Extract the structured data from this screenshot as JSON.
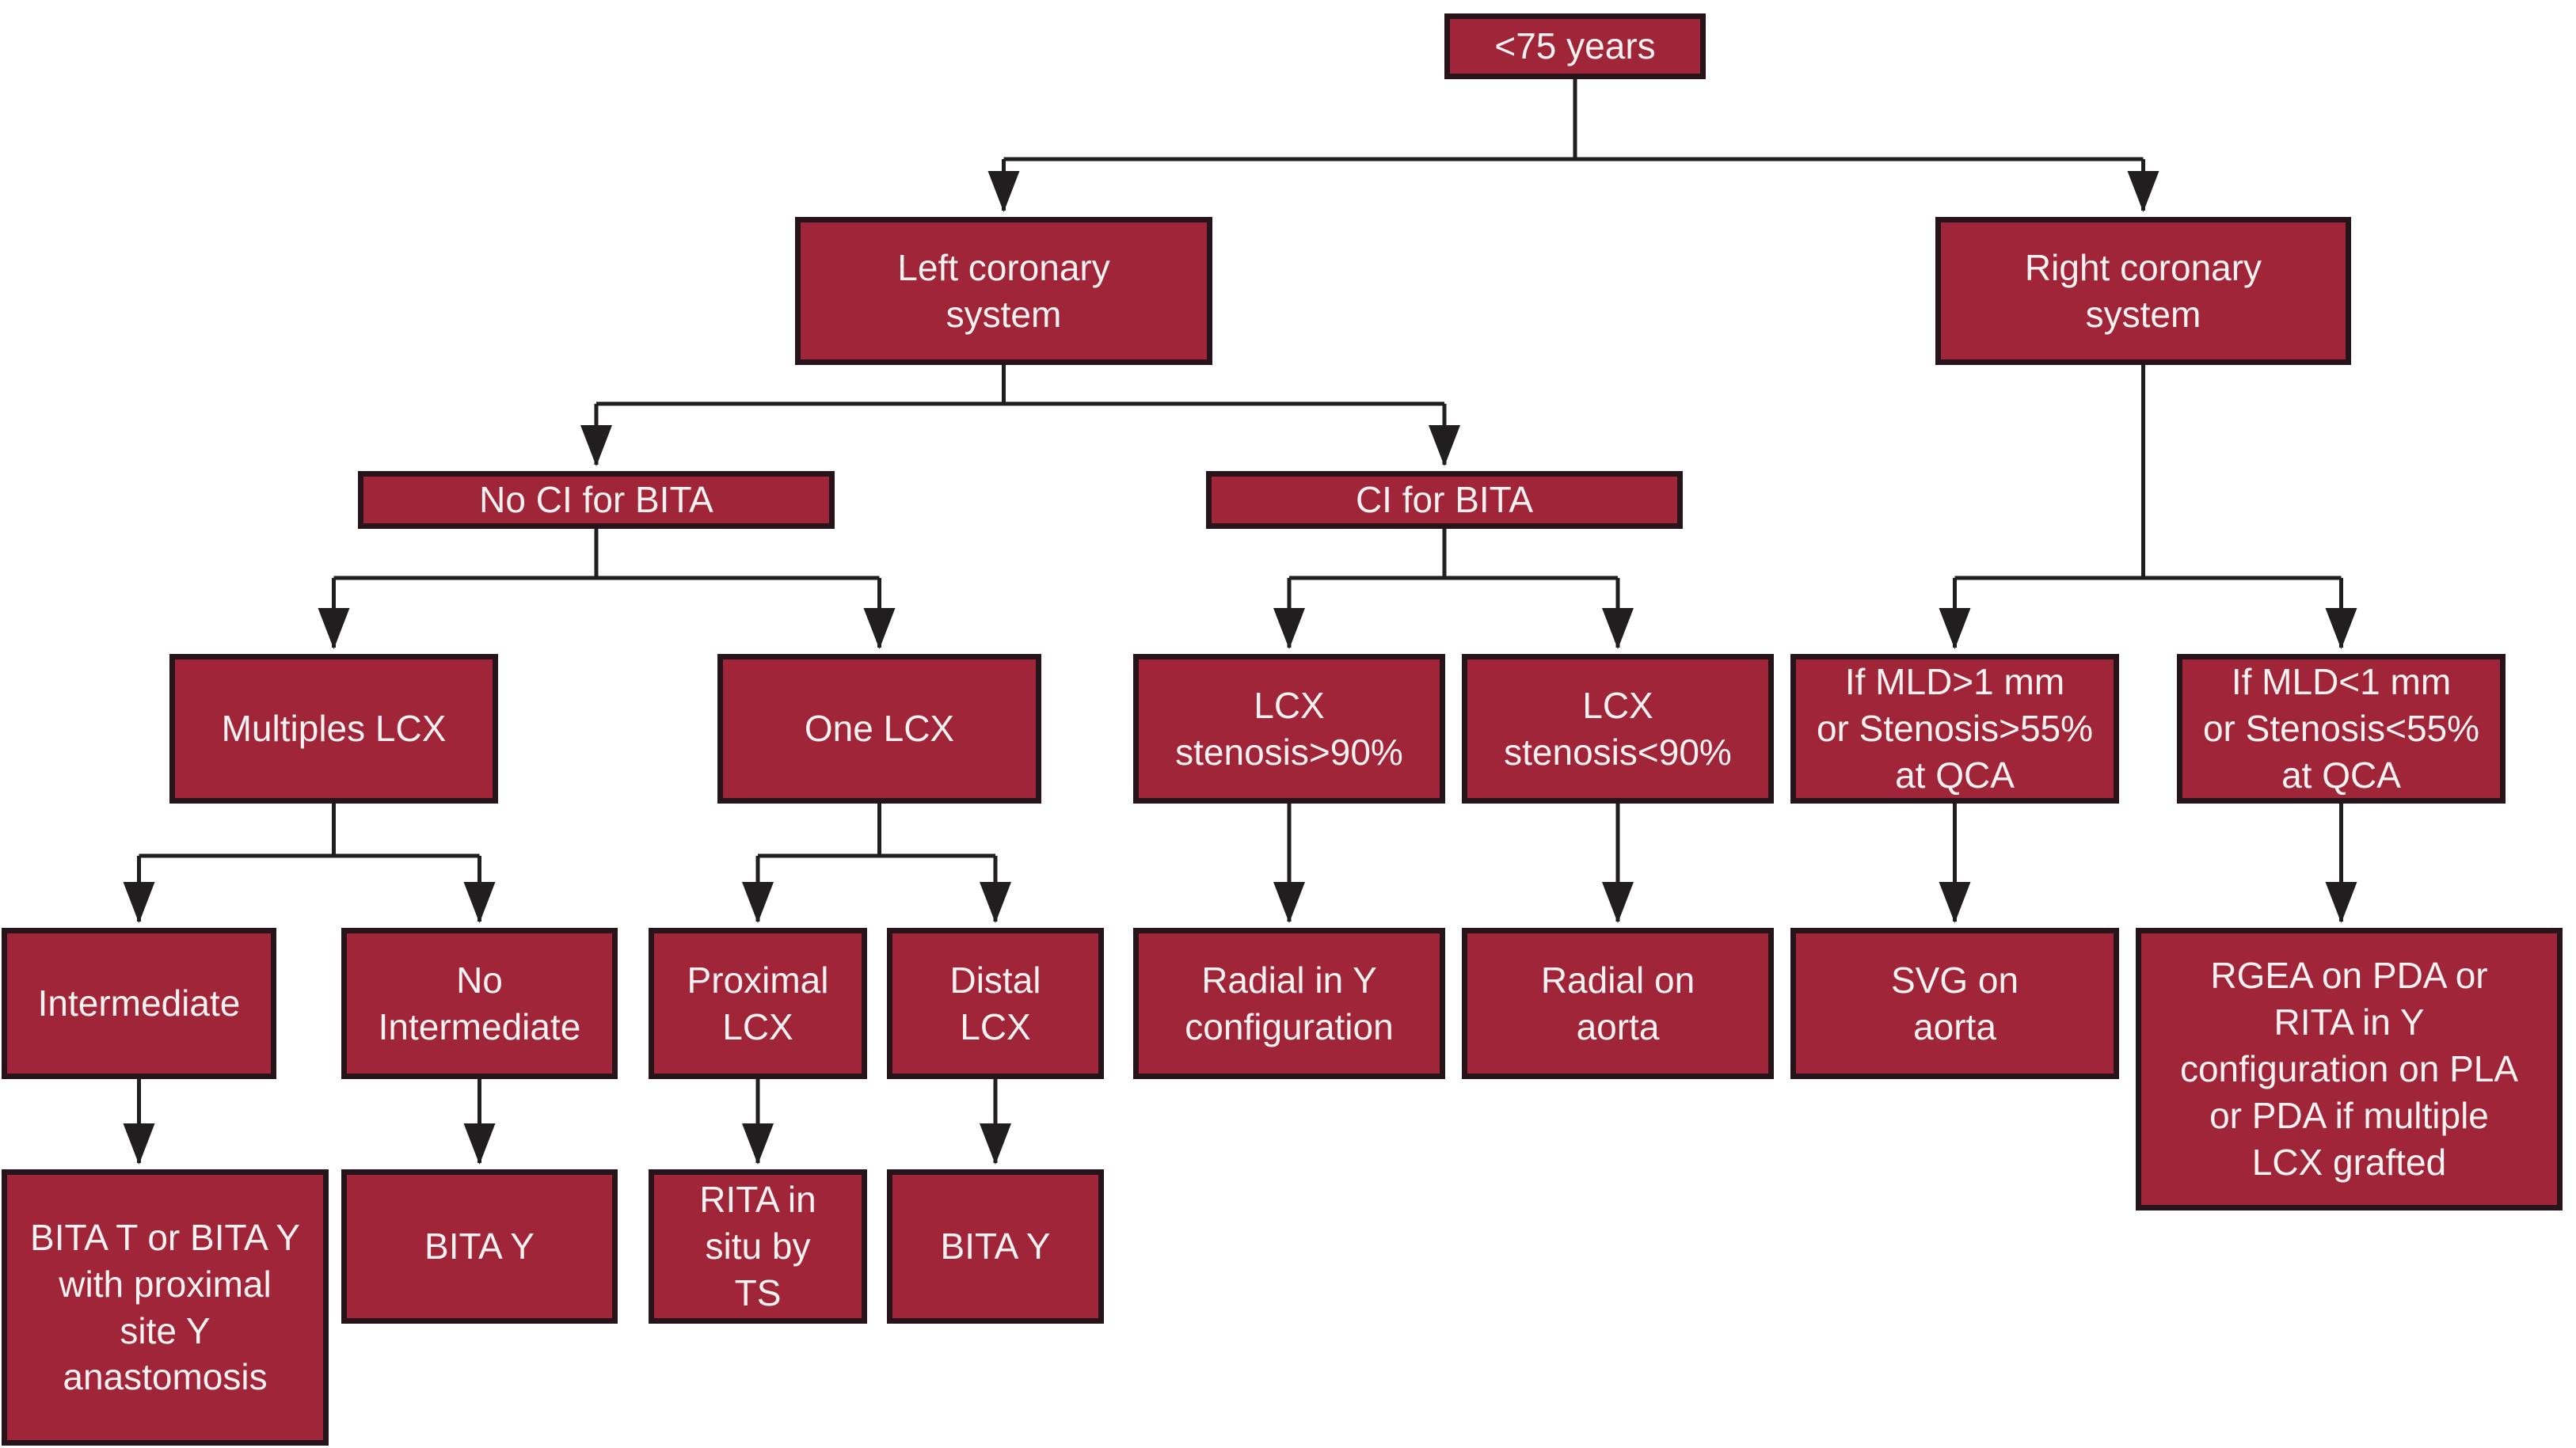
{
  "diagram": {
    "type": "flowchart",
    "nodes": {
      "age": {
        "label": "<75 years"
      },
      "left_system": {
        "label": "Left coronary\nsystem"
      },
      "right_system": {
        "label": "Right coronary\nsystem"
      },
      "no_ci_bita": {
        "label": "No CI for BITA"
      },
      "ci_bita": {
        "label": "CI for BITA"
      },
      "multiples_lcx": {
        "label": "Multiples LCX"
      },
      "one_lcx": {
        "label": "One LCX"
      },
      "lcx_stenosis_gt90": {
        "label": "LCX\nstenosis>90%"
      },
      "lcx_stenosis_lt90": {
        "label": "LCX\nstenosis<90%"
      },
      "mld_gt1": {
        "label": "If MLD>1 mm\nor Stenosis>55%\nat QCA"
      },
      "mld_lt1": {
        "label": "If MLD<1 mm\nor Stenosis<55%\nat QCA"
      },
      "intermediate": {
        "label": "Intermediate"
      },
      "no_intermediate": {
        "label": "No\nIntermediate"
      },
      "proximal_lcx": {
        "label": "Proximal\nLCX"
      },
      "distal_lcx": {
        "label": "Distal\nLCX"
      },
      "radial_y": {
        "label": "Radial in Y\nconfiguration"
      },
      "radial_aorta": {
        "label": "Radial on\naorta"
      },
      "svg_aorta": {
        "label": "SVG on\naorta"
      },
      "rgea_pda": {
        "label": "RGEA on PDA or\nRITA in Y\nconfiguration on PLA\nor PDA if multiple\nLCX grafted"
      },
      "bita_t_y": {
        "label": "BITA T or BITA Y\nwith proximal\nsite Y\nanastomosis"
      },
      "bita_y_left": {
        "label": "BITA Y"
      },
      "rita_situ": {
        "label": "RITA in\nsitu by\nTS"
      },
      "bita_y_right": {
        "label": "BITA Y"
      }
    },
    "edges": [
      {
        "from": "age",
        "to": "left_system"
      },
      {
        "from": "age",
        "to": "right_system"
      },
      {
        "from": "left_system",
        "to": "no_ci_bita"
      },
      {
        "from": "left_system",
        "to": "ci_bita"
      },
      {
        "from": "right_system",
        "to": "mld_gt1"
      },
      {
        "from": "right_system",
        "to": "mld_lt1"
      },
      {
        "from": "no_ci_bita",
        "to": "multiples_lcx"
      },
      {
        "from": "no_ci_bita",
        "to": "one_lcx"
      },
      {
        "from": "ci_bita",
        "to": "lcx_stenosis_gt90"
      },
      {
        "from": "ci_bita",
        "to": "lcx_stenosis_lt90"
      },
      {
        "from": "multiples_lcx",
        "to": "intermediate"
      },
      {
        "from": "multiples_lcx",
        "to": "no_intermediate"
      },
      {
        "from": "one_lcx",
        "to": "proximal_lcx"
      },
      {
        "from": "one_lcx",
        "to": "distal_lcx"
      },
      {
        "from": "lcx_stenosis_gt90",
        "to": "radial_y"
      },
      {
        "from": "lcx_stenosis_lt90",
        "to": "radial_aorta"
      },
      {
        "from": "mld_gt1",
        "to": "svg_aorta"
      },
      {
        "from": "mld_lt1",
        "to": "rgea_pda"
      },
      {
        "from": "intermediate",
        "to": "bita_t_y"
      },
      {
        "from": "no_intermediate",
        "to": "bita_y_left"
      },
      {
        "from": "proximal_lcx",
        "to": "rita_situ"
      },
      {
        "from": "distal_lcx",
        "to": "bita_y_right"
      }
    ]
  },
  "colors": {
    "box_fill": "#A02539",
    "box_border": "#27141B",
    "arrow": "#211E1F",
    "text": "#F7F1F1",
    "background": "#FFFFFF"
  }
}
